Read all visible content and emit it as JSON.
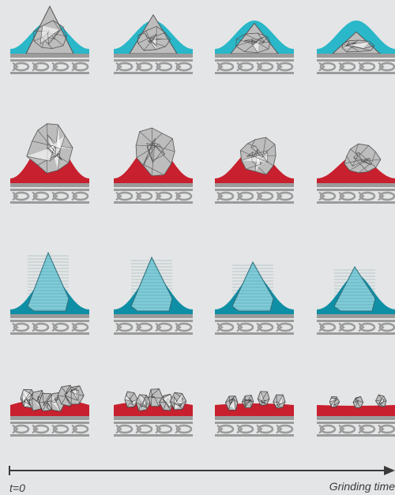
{
  "figure": {
    "rows": 4,
    "columns": 4,
    "row_materials": [
      {
        "fill_color": "#29b7c9",
        "particle_style": "gray-fractured-dome"
      },
      {
        "fill_color": "#c8202e",
        "particle_style": "gray-fractured-boulder"
      },
      {
        "fill_color": "#0f8fa6",
        "particle_style": "cyan-striated-crystal"
      },
      {
        "fill_color": "#c8202e",
        "particle_style": "gray-shattered-fragments"
      }
    ],
    "colors": {
      "background": "#e4e5e6",
      "conveyor": "#9b9b9b",
      "particle_light": "#bdbdbd",
      "crystal": "#7fcbd8",
      "axis": "#3a3a3a"
    }
  },
  "axis": {
    "start_label": "t=0",
    "end_label": "Grinding time"
  }
}
